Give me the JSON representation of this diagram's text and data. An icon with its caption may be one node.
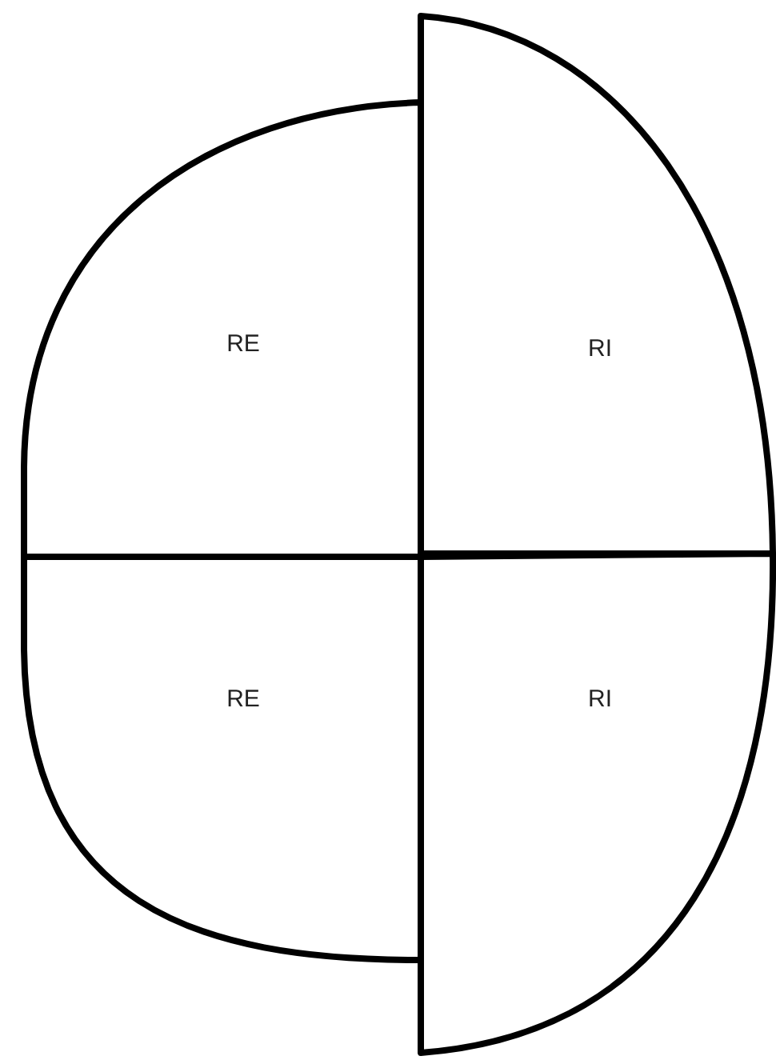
{
  "diagram": {
    "nodes": [
      {
        "text": [
          "RE"
        ]
      },
      {
        "text": [
          "RI"
        ]
      },
      {
        "text": [
          "RE"
        ]
      },
      {
        "text": [
          "RI"
        ]
      }
    ]
  }
}
